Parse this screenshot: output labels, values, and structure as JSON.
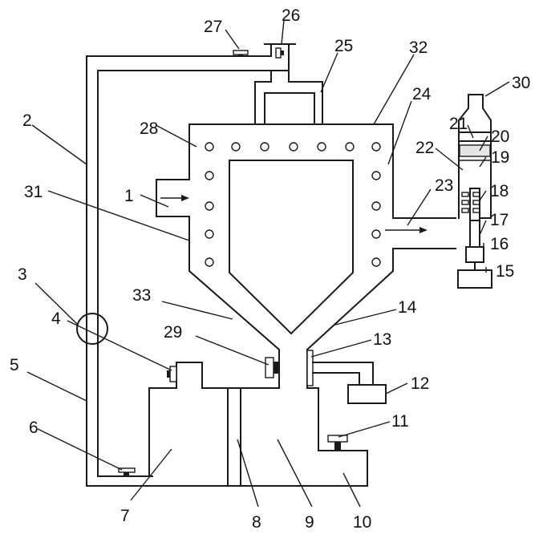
{
  "labels": {
    "n1": "1",
    "n2": "2",
    "n3": "3",
    "n4": "4",
    "n5": "5",
    "n6": "6",
    "n7": "7",
    "n8": "8",
    "n9": "9",
    "n10": "10",
    "n11": "11",
    "n12": "12",
    "n13": "13",
    "n14": "14",
    "n15": "15",
    "n16": "16",
    "n17": "17",
    "n18": "18",
    "n19": "19",
    "n20": "20",
    "n21": "21",
    "n22": "22",
    "n23": "23",
    "n24": "24",
    "n25": "25",
    "n26": "26",
    "n27": "27",
    "n28": "28",
    "n29": "29",
    "n30": "30",
    "n31": "31",
    "n32": "32",
    "n33": "33"
  }
}
